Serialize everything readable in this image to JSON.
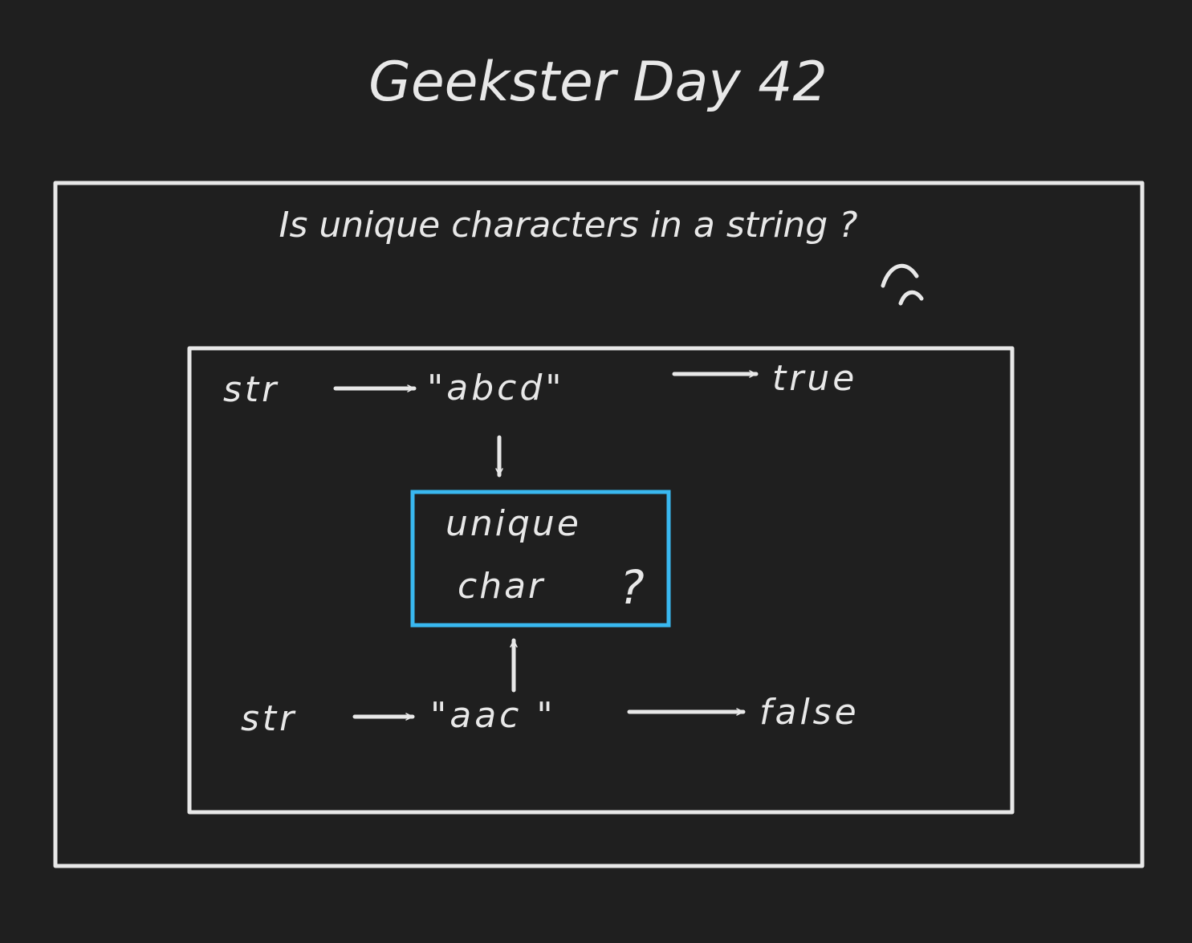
{
  "title": "Geekster Day 42",
  "question": "Is unique characters in a string ?",
  "example1": {
    "var": "str",
    "value": "\"abcd\"",
    "result": "true"
  },
  "center_box": {
    "line1": "unique",
    "line2": "char",
    "mark": "?"
  },
  "example2": {
    "var": "str",
    "value": "\"aac \"",
    "result": "false"
  },
  "colors": {
    "background": "#1f1f1f",
    "ink": "#e8e8e8",
    "highlight": "#39b8f0"
  }
}
